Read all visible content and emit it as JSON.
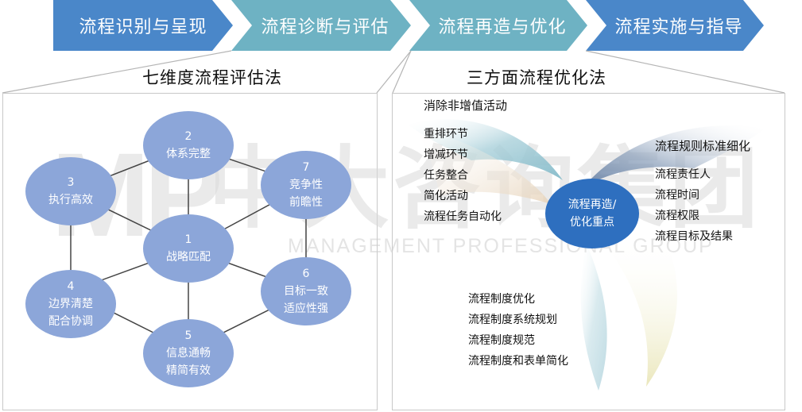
{
  "process_steps": [
    "流程识别与呈现",
    "流程诊断与评估",
    "流程再造与优化",
    "流程实施与指导"
  ],
  "left_panel": {
    "title": "七维度流程评估法",
    "nodes": [
      {
        "num": "1",
        "l1": "战略匹配",
        "l2": ""
      },
      {
        "num": "2",
        "l1": "体系完整",
        "l2": ""
      },
      {
        "num": "3",
        "l1": "执行高效",
        "l2": ""
      },
      {
        "num": "4",
        "l1": "边界清楚",
        "l2": "配合协调"
      },
      {
        "num": "5",
        "l1": "信息通畅",
        "l2": "精简有效"
      },
      {
        "num": "6",
        "l1": "目标一致",
        "l2": "适应性强"
      },
      {
        "num": "7",
        "l1": "竞争性",
        "l2": "前瞻性"
      }
    ]
  },
  "right_panel": {
    "title": "三方面流程优化法",
    "center_l1": "流程再造/",
    "center_l2": "优化重点",
    "group_a": {
      "heading": "消除非增值活动",
      "items": [
        "重排环节",
        "增减环节",
        "任务整合",
        "简化活动",
        "流程任务自动化"
      ]
    },
    "group_b": {
      "heading": "流程规则标准细化",
      "items": [
        "流程责任人",
        "流程时间",
        "流程权限",
        "流程目标及结果"
      ]
    },
    "group_c": {
      "items": [
        "流程制度优化",
        "流程制度系统规划",
        "流程制度规范",
        "流程制度和表单简化"
      ]
    }
  },
  "watermark": {
    "logo": "MP",
    "cn": "中大咨询集团",
    "en": "MANAGEMENT PROFESSIONAL GROUP"
  },
  "colors": {
    "chevron_blue": "#4a87c9",
    "chevron_teal": "#6eb2c3",
    "node_fill": "#8ca6d9",
    "center_fill": "#2e6fbf"
  }
}
